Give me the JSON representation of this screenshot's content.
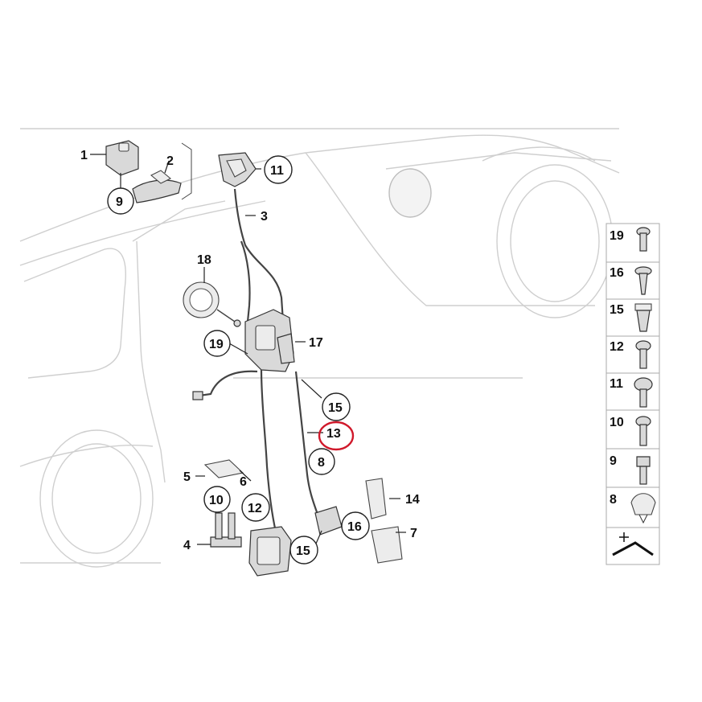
{
  "callouts": [
    {
      "id": "c1",
      "label": "1"
    },
    {
      "id": "c2",
      "label": "2"
    },
    {
      "id": "c9a",
      "label": "9"
    },
    {
      "id": "c11",
      "label": "11"
    },
    {
      "id": "c3",
      "label": "3"
    },
    {
      "id": "c18",
      "label": "18"
    },
    {
      "id": "c19",
      "label": "19"
    },
    {
      "id": "c17",
      "label": "17"
    },
    {
      "id": "c15a",
      "label": "15"
    },
    {
      "id": "c13",
      "label": "13"
    },
    {
      "id": "c8",
      "label": "8"
    },
    {
      "id": "c5",
      "label": "5"
    },
    {
      "id": "c6",
      "label": "6"
    },
    {
      "id": "c10",
      "label": "10"
    },
    {
      "id": "c12",
      "label": "12"
    },
    {
      "id": "c4",
      "label": "4"
    },
    {
      "id": "c14",
      "label": "14"
    },
    {
      "id": "c16",
      "label": "16"
    },
    {
      "id": "c15b",
      "label": "15"
    },
    {
      "id": "c7",
      "label": "7"
    }
  ],
  "legend": [
    {
      "label": "19",
      "icon": "torx-bolt-icon"
    },
    {
      "label": "16",
      "icon": "tapping-screw-icon"
    },
    {
      "label": "15",
      "icon": "expanding-nut-icon"
    },
    {
      "label": "12",
      "icon": "bolt-icon"
    },
    {
      "label": "11",
      "icon": "collar-bolt-icon"
    },
    {
      "label": "10",
      "icon": "screw-icon"
    },
    {
      "label": "9",
      "icon": "hex-bolt-icon"
    },
    {
      "label": "8",
      "icon": "clip-icon"
    }
  ],
  "highlight": {
    "callout": "13",
    "color": "#d0192b"
  }
}
